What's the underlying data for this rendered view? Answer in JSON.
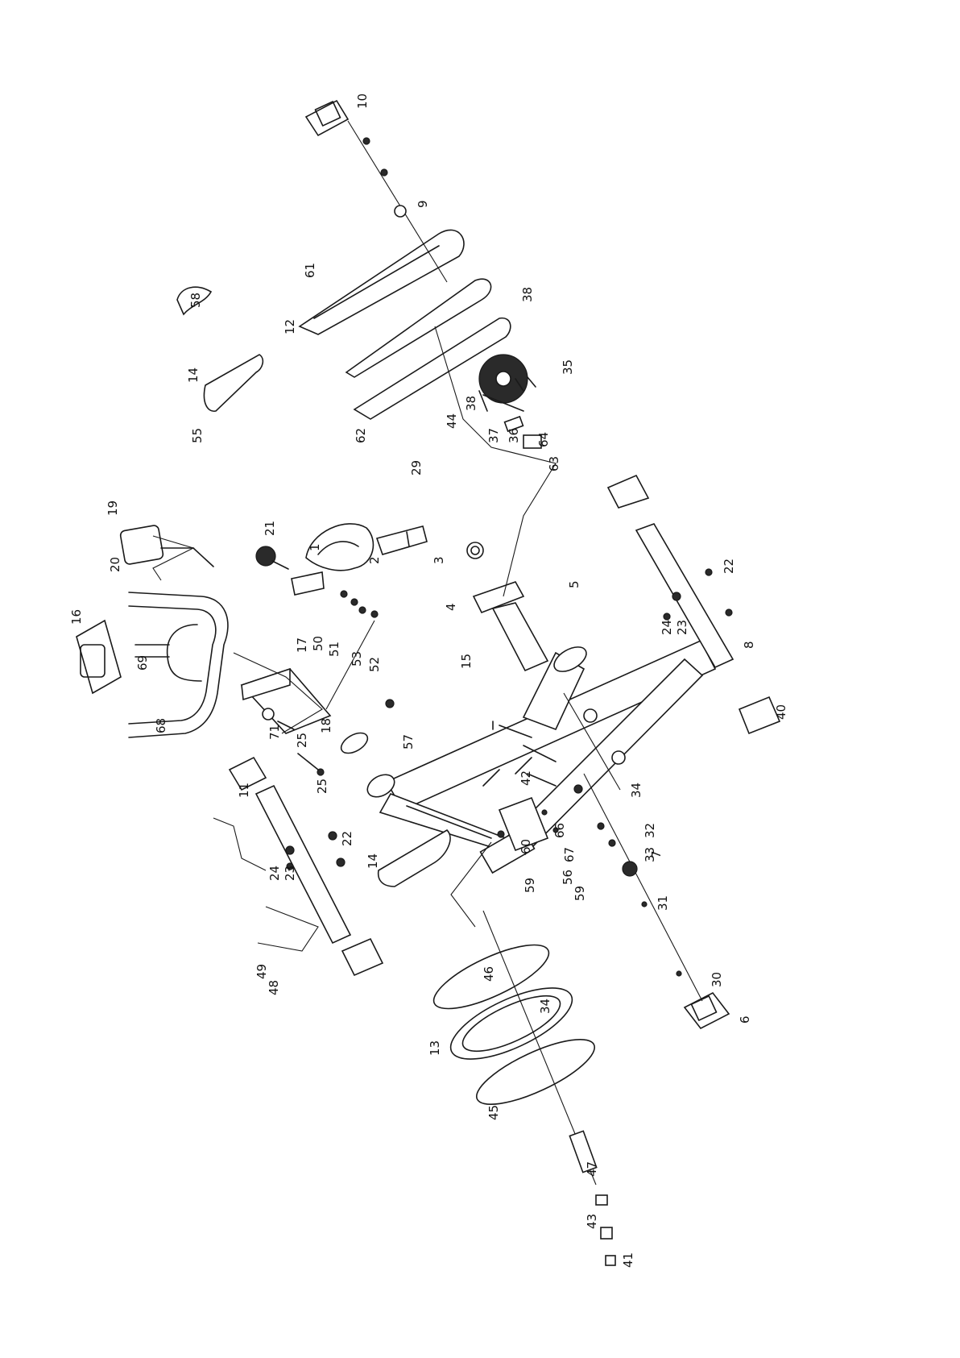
{
  "diagram": {
    "orientation_deg": -90,
    "line_color": "#1a1a1a",
    "callouts": [
      {
        "id": "c1",
        "text": "1"
      },
      {
        "id": "c2",
        "text": "2"
      },
      {
        "id": "c3",
        "text": "3"
      },
      {
        "id": "c4",
        "text": "4"
      },
      {
        "id": "c5",
        "text": "5"
      },
      {
        "id": "c6",
        "text": "6"
      },
      {
        "id": "c7",
        "text": "7"
      },
      {
        "id": "c8",
        "text": "8"
      },
      {
        "id": "c9",
        "text": "9"
      },
      {
        "id": "c10",
        "text": "10"
      },
      {
        "id": "c11",
        "text": "11"
      },
      {
        "id": "c12",
        "text": "12"
      },
      {
        "id": "c13",
        "text": "13"
      },
      {
        "id": "c14a",
        "text": "14"
      },
      {
        "id": "c14b",
        "text": "14"
      },
      {
        "id": "c15",
        "text": "15"
      },
      {
        "id": "c16",
        "text": "16"
      },
      {
        "id": "c17",
        "text": "17"
      },
      {
        "id": "c18",
        "text": "18"
      },
      {
        "id": "c19",
        "text": "19"
      },
      {
        "id": "c20",
        "text": "20"
      },
      {
        "id": "c21",
        "text": "21"
      },
      {
        "id": "c22a",
        "text": "22"
      },
      {
        "id": "c22b",
        "text": "22"
      },
      {
        "id": "c23a",
        "text": "23"
      },
      {
        "id": "c23b",
        "text": "23"
      },
      {
        "id": "c24a",
        "text": "24"
      },
      {
        "id": "c24b",
        "text": "24"
      },
      {
        "id": "c25a",
        "text": "25"
      },
      {
        "id": "c25b",
        "text": "25"
      },
      {
        "id": "c29",
        "text": "29"
      },
      {
        "id": "c30",
        "text": "30"
      },
      {
        "id": "c31",
        "text": "31"
      },
      {
        "id": "c32",
        "text": "32"
      },
      {
        "id": "c33",
        "text": "33"
      },
      {
        "id": "c34a",
        "text": "34"
      },
      {
        "id": "c34b",
        "text": "34"
      },
      {
        "id": "c35",
        "text": "35"
      },
      {
        "id": "c36",
        "text": "36"
      },
      {
        "id": "c37",
        "text": "37"
      },
      {
        "id": "c38a",
        "text": "38"
      },
      {
        "id": "c38b",
        "text": "38"
      },
      {
        "id": "c40",
        "text": "40"
      },
      {
        "id": "c41",
        "text": "41"
      },
      {
        "id": "c42",
        "text": "42"
      },
      {
        "id": "c43",
        "text": "43"
      },
      {
        "id": "c44",
        "text": "44"
      },
      {
        "id": "c45",
        "text": "45"
      },
      {
        "id": "c46",
        "text": "46"
      },
      {
        "id": "c47",
        "text": "47"
      },
      {
        "id": "c48",
        "text": "48"
      },
      {
        "id": "c49",
        "text": "49"
      },
      {
        "id": "c50",
        "text": "50"
      },
      {
        "id": "c51",
        "text": "51"
      },
      {
        "id": "c52",
        "text": "52"
      },
      {
        "id": "c53",
        "text": "53"
      },
      {
        "id": "c55",
        "text": "55"
      },
      {
        "id": "c56",
        "text": "56"
      },
      {
        "id": "c57",
        "text": "57"
      },
      {
        "id": "c58",
        "text": "58"
      },
      {
        "id": "c59a",
        "text": "59"
      },
      {
        "id": "c59b",
        "text": "59"
      },
      {
        "id": "c60",
        "text": "60"
      },
      {
        "id": "c61",
        "text": "61"
      },
      {
        "id": "c62",
        "text": "62"
      },
      {
        "id": "c63",
        "text": "63"
      },
      {
        "id": "c64",
        "text": "64"
      },
      {
        "id": "c66",
        "text": "66"
      },
      {
        "id": "c67",
        "text": "67"
      },
      {
        "id": "c68",
        "text": "68"
      },
      {
        "id": "c69",
        "text": "69"
      },
      {
        "id": "c71",
        "text": "71"
      }
    ]
  }
}
